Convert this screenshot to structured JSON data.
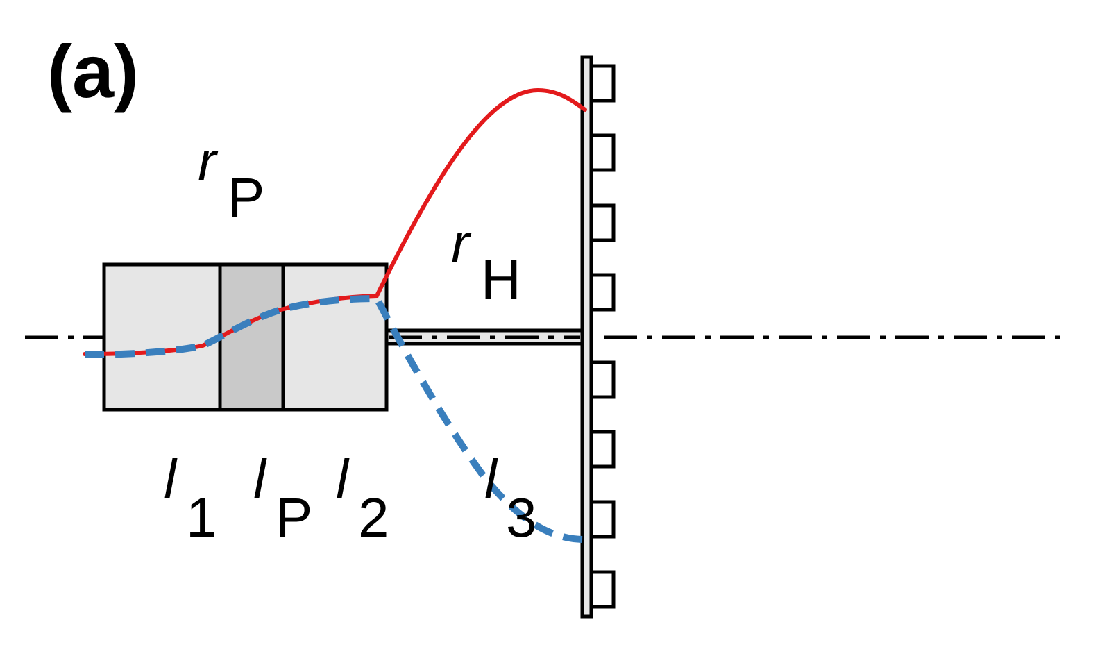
{
  "panel_label": "(a)",
  "colors": {
    "ray_red": "#e31a1c",
    "ray_blue": "#3a7fbd",
    "element_light": "#e6e6e6",
    "element_dark": "#c9c9c9",
    "outline": "#000000"
  },
  "labels": {
    "r_p": {
      "symbol": "r",
      "subscript": "P"
    },
    "r_h": {
      "symbol": "r",
      "subscript": "H"
    },
    "l_1": {
      "symbol": "l",
      "subscript": "1"
    },
    "l_p": {
      "symbol": "l",
      "subscript": "P"
    },
    "l_2": {
      "symbol": "l",
      "subscript": "2"
    },
    "l_3": {
      "symbol": "l",
      "subscript": "3"
    }
  }
}
